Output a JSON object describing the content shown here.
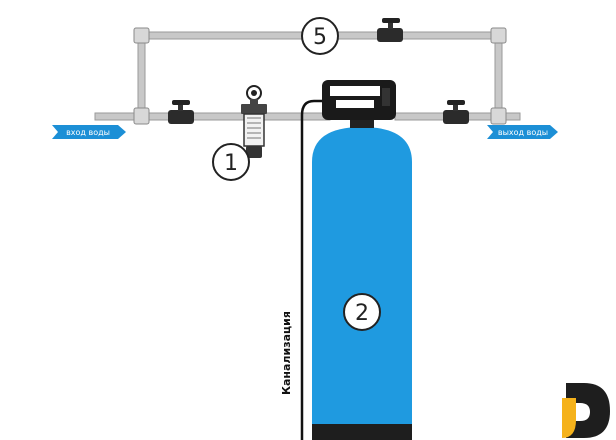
{
  "labels": {
    "inlet": "вход воды",
    "outlet": "выход воды",
    "drain": "Канализация"
  },
  "markers": {
    "filter": "1",
    "tank": "2",
    "bypass": "5"
  },
  "colors": {
    "tank": "#1f9ae0",
    "pipe": "#c8c8c8",
    "arrow": "#1c8fd6",
    "logo_dark": "#1e1e1e",
    "logo_accent": "#f5b21b"
  },
  "icons": [
    "ball-valve-icon",
    "filter-housing-icon",
    "control-head-icon",
    "brand-logo-icon"
  ]
}
